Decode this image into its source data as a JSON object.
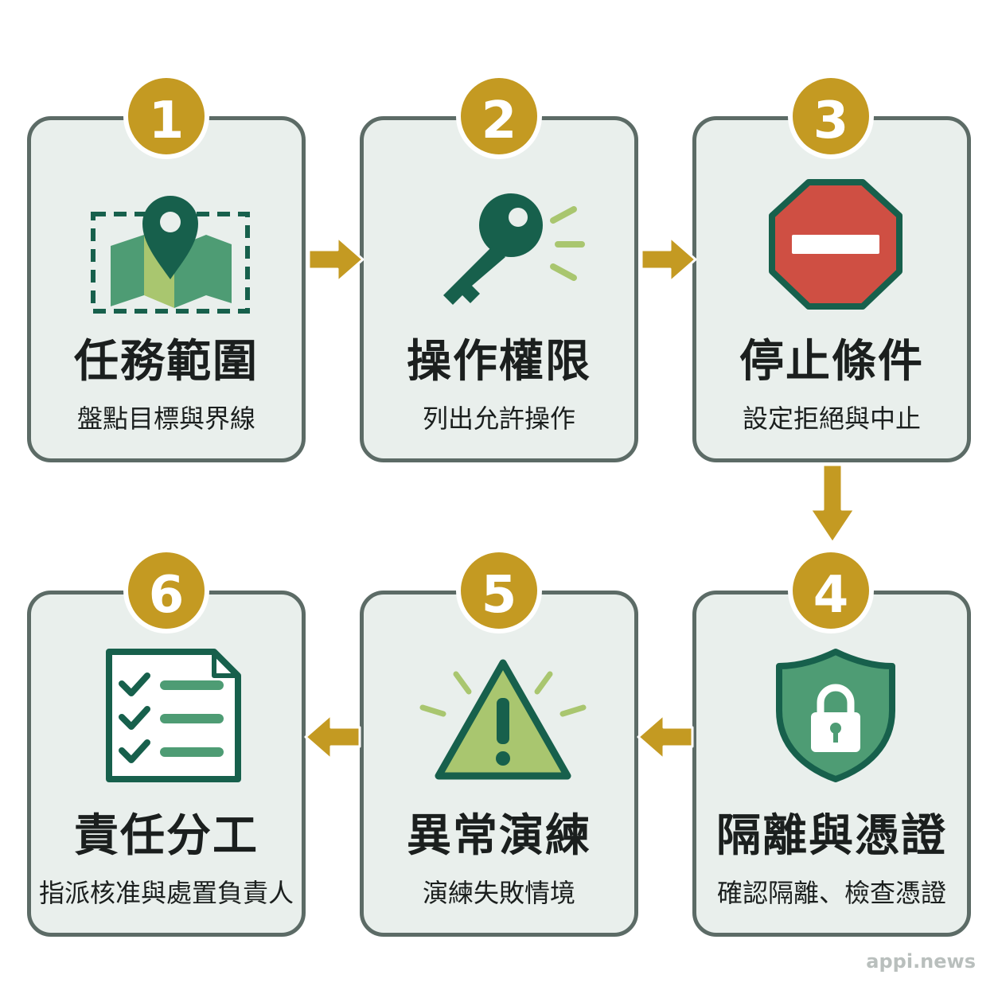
{
  "colors": {
    "card_background": "#e9efec",
    "card_border": "#5c6b66",
    "badge_gold": "#c49a22",
    "dark_green": "#17604c",
    "mid_green": "#4e9c74",
    "light_green": "#a9c66f",
    "stop_red": "#cf4f43"
  },
  "steps": [
    {
      "number": "1",
      "title": "任務範圍",
      "subtitle": "盤點目標與界線",
      "icon": "map-pin-icon"
    },
    {
      "number": "2",
      "title": "操作權限",
      "subtitle": "列出允許操作",
      "icon": "key-icon"
    },
    {
      "number": "3",
      "title": "停止條件",
      "subtitle": "設定拒絕與中止",
      "icon": "stop-sign-icon"
    },
    {
      "number": "4",
      "title": "隔離與憑證",
      "subtitle": "確認隔離、檢查憑證",
      "icon": "shield-lock-icon"
    },
    {
      "number": "5",
      "title": "異常演練",
      "subtitle": "演練失敗情境",
      "icon": "warning-icon"
    },
    {
      "number": "6",
      "title": "責任分工",
      "subtitle": "指派核准與處置負責人",
      "icon": "checklist-icon"
    }
  ],
  "watermark": "appi.news"
}
